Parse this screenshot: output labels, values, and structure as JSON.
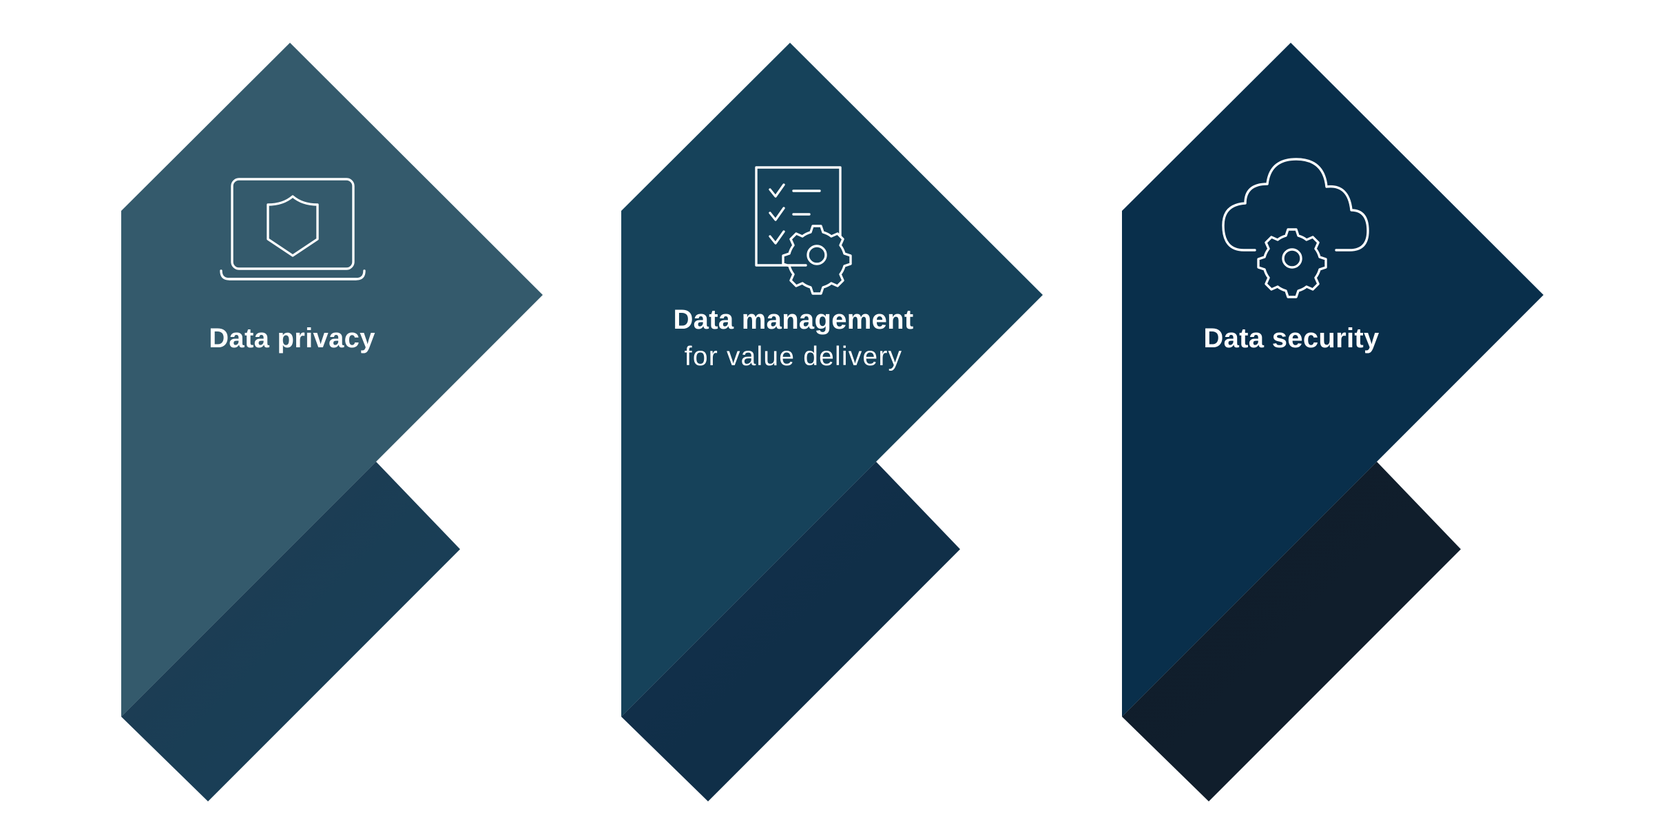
{
  "pillars": [
    {
      "title": "Data privacy",
      "subtitle": "",
      "icon": "laptop-shield-icon",
      "colors": {
        "main": "#345a6c",
        "fold": "#163f58",
        "fold_shadow": "#1f3c52"
      }
    },
    {
      "title": "Data management",
      "subtitle": "for value delivery",
      "icon": "checklist-gear-icon",
      "colors": {
        "main": "#16425a",
        "fold": "#0f2e47",
        "fold_shadow": "#12304a"
      }
    },
    {
      "title": "Data security",
      "subtitle": "",
      "icon": "cloud-gear-icon",
      "colors": {
        "main": "#092f4b",
        "fold": "#111e2c",
        "fold_shadow": "#0f1d2b"
      }
    }
  ],
  "icon_color": "#ffffff",
  "background": "#ffffff"
}
